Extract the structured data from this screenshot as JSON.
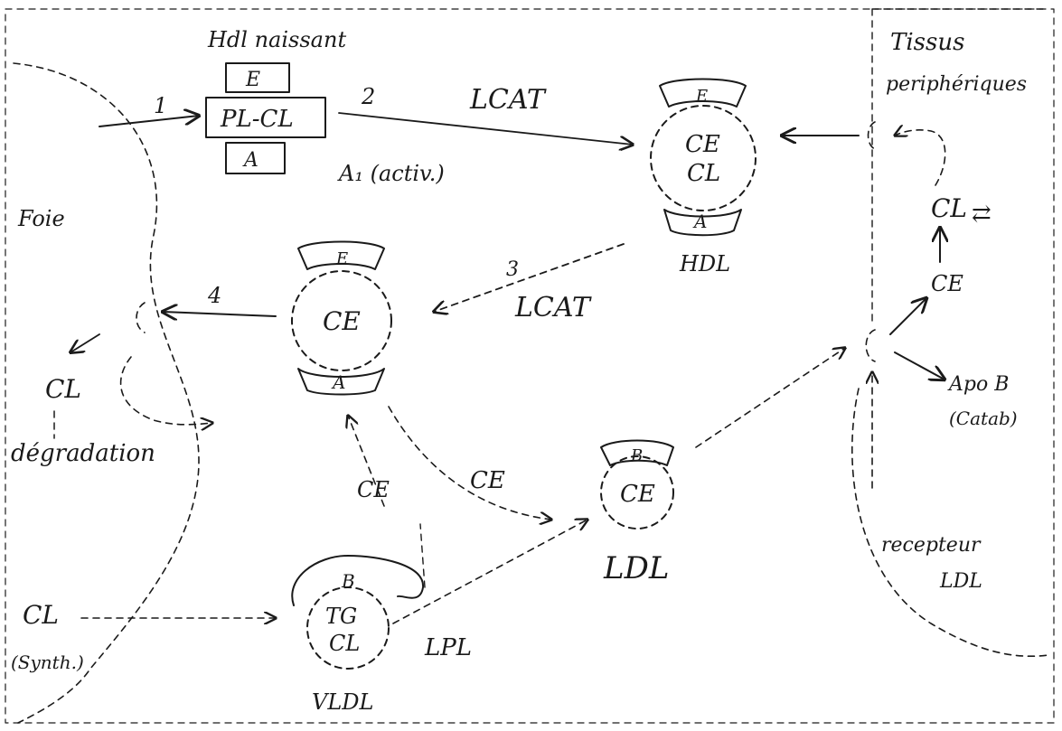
{
  "labels": {
    "hdl_naissant": "Hdl naissant",
    "tissus": "Tissus",
    "peripheriques": "periphériques",
    "foie": "Foie",
    "hdl": "HDL",
    "ldl": "LDL",
    "vldl": "VLDL",
    "lcat_1": "LCAT",
    "lcat_2": "LCAT",
    "lpl": "LPL",
    "apo_a1_label": "A₁ (activ.)",
    "apo_b_catab": "Apo B",
    "catab": "(Catab)",
    "recepteur": "recepteur",
    "recepteur_ldl": "LDL",
    "cl_liver": "CL",
    "cl_degradation": "dégradation",
    "cl_synth": "CL",
    "synth": "(Synth.)",
    "ce_right": "CE",
    "cl_right": "CL"
  },
  "steps": {
    "s1": "1",
    "s2": "2",
    "s3": "3",
    "s4": "4"
  },
  "particles": {
    "nascent": {
      "top": "E",
      "middle": "PL-CL",
      "bottom": "A"
    },
    "hdl": {
      "top": "E",
      "core_1": "CE",
      "core_2": "CL",
      "bottom": "A"
    },
    "mid": {
      "top": "E",
      "core": "CE",
      "bottom": "A"
    },
    "ldl": {
      "top": "B",
      "core": "CE"
    },
    "vldl": {
      "top": "B",
      "core_1": "TG",
      "core_2": "CL"
    }
  },
  "flow": {
    "ce_left": "CE",
    "ce_right": "CE"
  }
}
